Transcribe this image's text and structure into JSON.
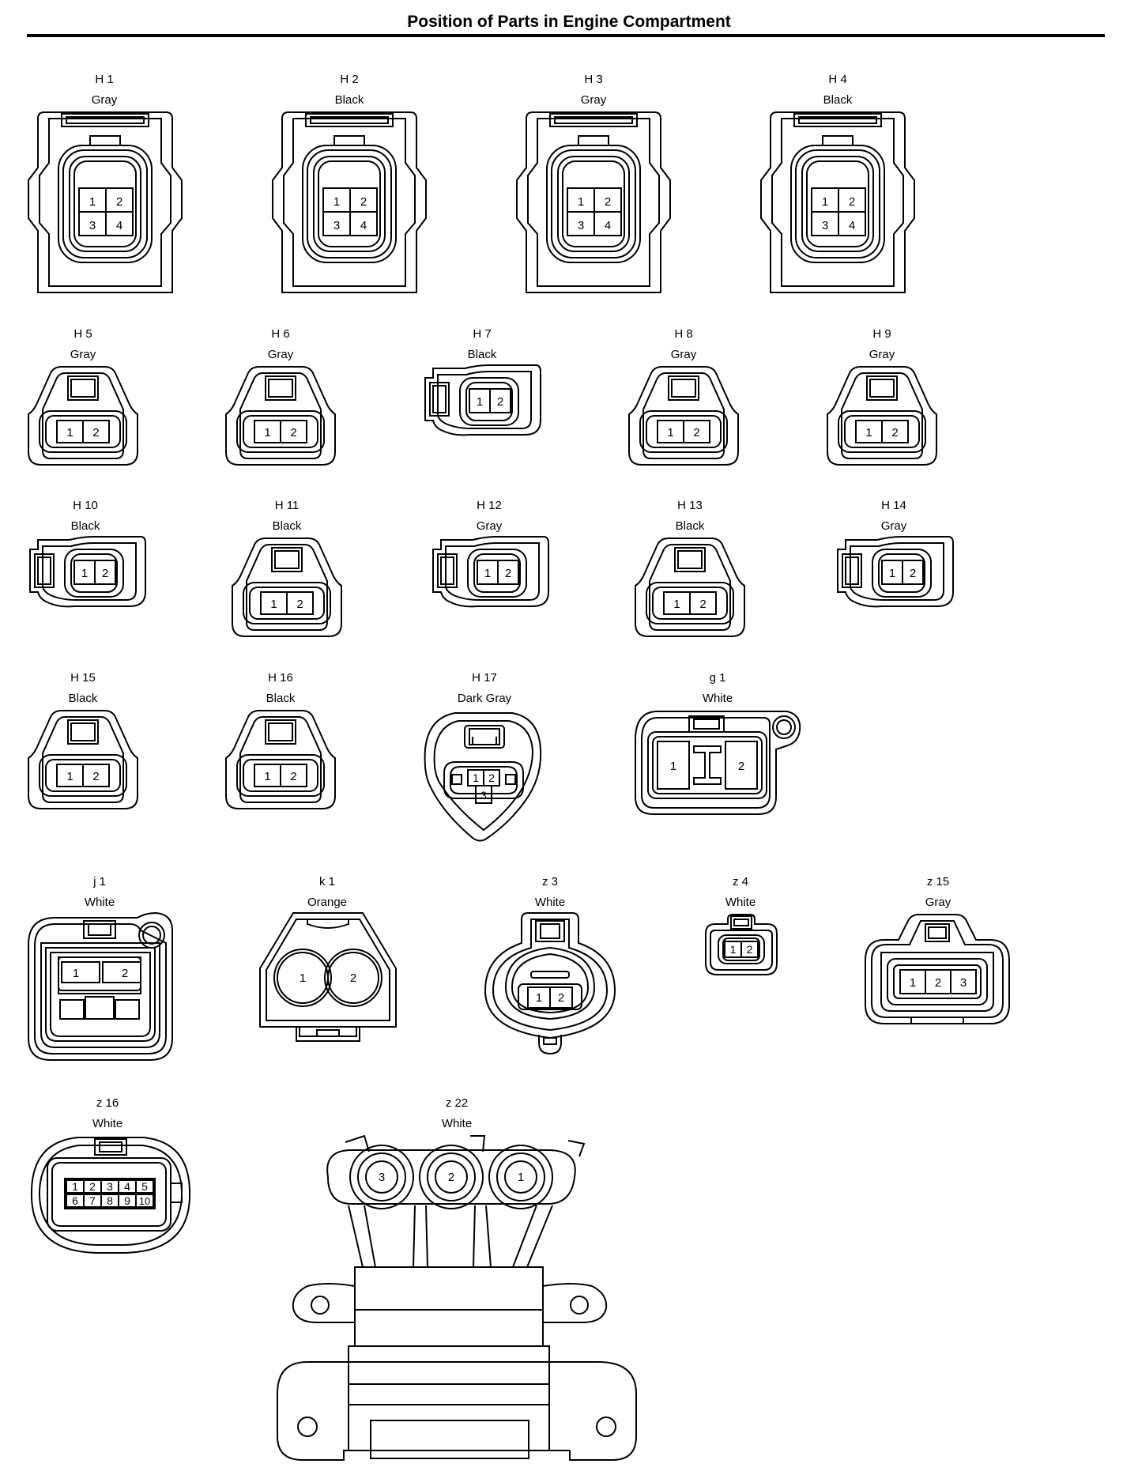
{
  "title": "Position of Parts in Engine Compartment",
  "connectors": [
    {
      "code": "H 1",
      "color": "Gray",
      "pins": [
        "1",
        "2",
        "3",
        "4"
      ]
    },
    {
      "code": "H 2",
      "color": "Black",
      "pins": [
        "1",
        "2",
        "3",
        "4"
      ]
    },
    {
      "code": "H 3",
      "color": "Gray",
      "pins": [
        "1",
        "2",
        "3",
        "4"
      ]
    },
    {
      "code": "H 4",
      "color": "Black",
      "pins": [
        "1",
        "2",
        "3",
        "4"
      ]
    },
    {
      "code": "H 5",
      "color": "Gray",
      "pins": [
        "1",
        "2"
      ]
    },
    {
      "code": "H 6",
      "color": "Gray",
      "pins": [
        "1",
        "2"
      ]
    },
    {
      "code": "H 7",
      "color": "Black",
      "pins": [
        "1",
        "2"
      ]
    },
    {
      "code": "H 8",
      "color": "Gray",
      "pins": [
        "1",
        "2"
      ]
    },
    {
      "code": "H 9",
      "color": "Gray",
      "pins": [
        "1",
        "2"
      ]
    },
    {
      "code": "H 10",
      "color": "Black",
      "pins": [
        "1",
        "2"
      ]
    },
    {
      "code": "H 11",
      "color": "Black",
      "pins": [
        "1",
        "2"
      ]
    },
    {
      "code": "H 12",
      "color": "Gray",
      "pins": [
        "1",
        "2"
      ]
    },
    {
      "code": "H 13",
      "color": "Black",
      "pins": [
        "1",
        "2"
      ]
    },
    {
      "code": "H 14",
      "color": "Gray",
      "pins": [
        "1",
        "2"
      ]
    },
    {
      "code": "H 15",
      "color": "Black",
      "pins": [
        "1",
        "2"
      ]
    },
    {
      "code": "H 16",
      "color": "Black",
      "pins": [
        "1",
        "2"
      ]
    },
    {
      "code": "H 17",
      "color": "Dark Gray",
      "pins": [
        "1",
        "2",
        "3"
      ]
    },
    {
      "code": "g 1",
      "color": "White",
      "pins": [
        "1",
        "2"
      ]
    },
    {
      "code": "j 1",
      "color": "White",
      "pins": [
        "1",
        "2"
      ]
    },
    {
      "code": "k 1",
      "color": "Orange",
      "pins": [
        "1",
        "2"
      ]
    },
    {
      "code": "z 3",
      "color": "White",
      "pins": [
        "1",
        "2"
      ]
    },
    {
      "code": "z 4",
      "color": "White",
      "pins": [
        "1",
        "2"
      ]
    },
    {
      "code": "z 15",
      "color": "Gray",
      "pins": [
        "1",
        "2",
        "3"
      ]
    },
    {
      "code": "z 16",
      "color": "White",
      "pins": [
        "1",
        "2",
        "3",
        "4",
        "5",
        "6",
        "7",
        "8",
        "9",
        "10"
      ]
    },
    {
      "code": "z 22",
      "color": "White",
      "pins": [
        "3",
        "2",
        "1"
      ]
    }
  ]
}
